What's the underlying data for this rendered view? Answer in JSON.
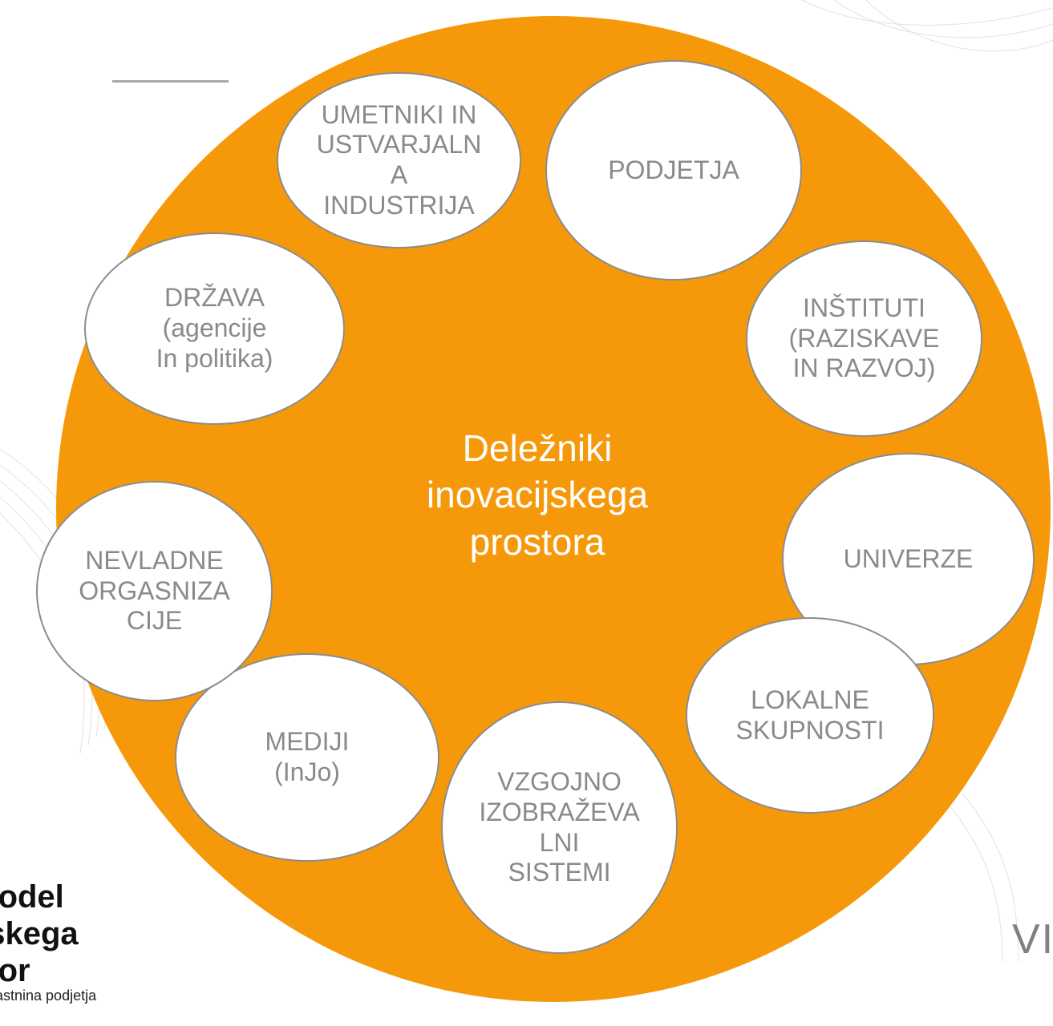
{
  "diagram": {
    "center_label": "Deležniki\ninovacijskega\nprostora",
    "nodes": [
      {
        "id": "umetniki",
        "label": "UMETNIKI IN\nUSTVARJALN\nA\nINDUSTRIJA"
      },
      {
        "id": "podjetja",
        "label": "PODJETJA"
      },
      {
        "id": "instituti",
        "label": "INŠTITUTI\n(RAZISKAVE\nIN RAZVOJ)"
      },
      {
        "id": "univerze",
        "label": "UNIVERZE"
      },
      {
        "id": "lokalne",
        "label": "LOKALNE\nSKUPNOSTI"
      },
      {
        "id": "vzgojno",
        "label": "VZGOJNO\nIZOBRAŽEVA\nLNI\nSISTEMI"
      },
      {
        "id": "mediji",
        "label": "MEDIJI\n(InJo)"
      },
      {
        "id": "nevladne",
        "label": "NEVLADNE\nORGASNIZA\nCIJE"
      },
      {
        "id": "drzava",
        "label": "DRŽAVA\n(agencije\nIn politika)"
      }
    ]
  },
  "caption": {
    "title": "model\nijskega\nstor",
    "note": "astnina podjetja\n.com)"
  },
  "logo_text": "VI",
  "colors": {
    "orange": "#f5990a",
    "node_border": "#8c8c8c",
    "node_text": "#8a8a8a",
    "center_text": "#ffffff"
  }
}
